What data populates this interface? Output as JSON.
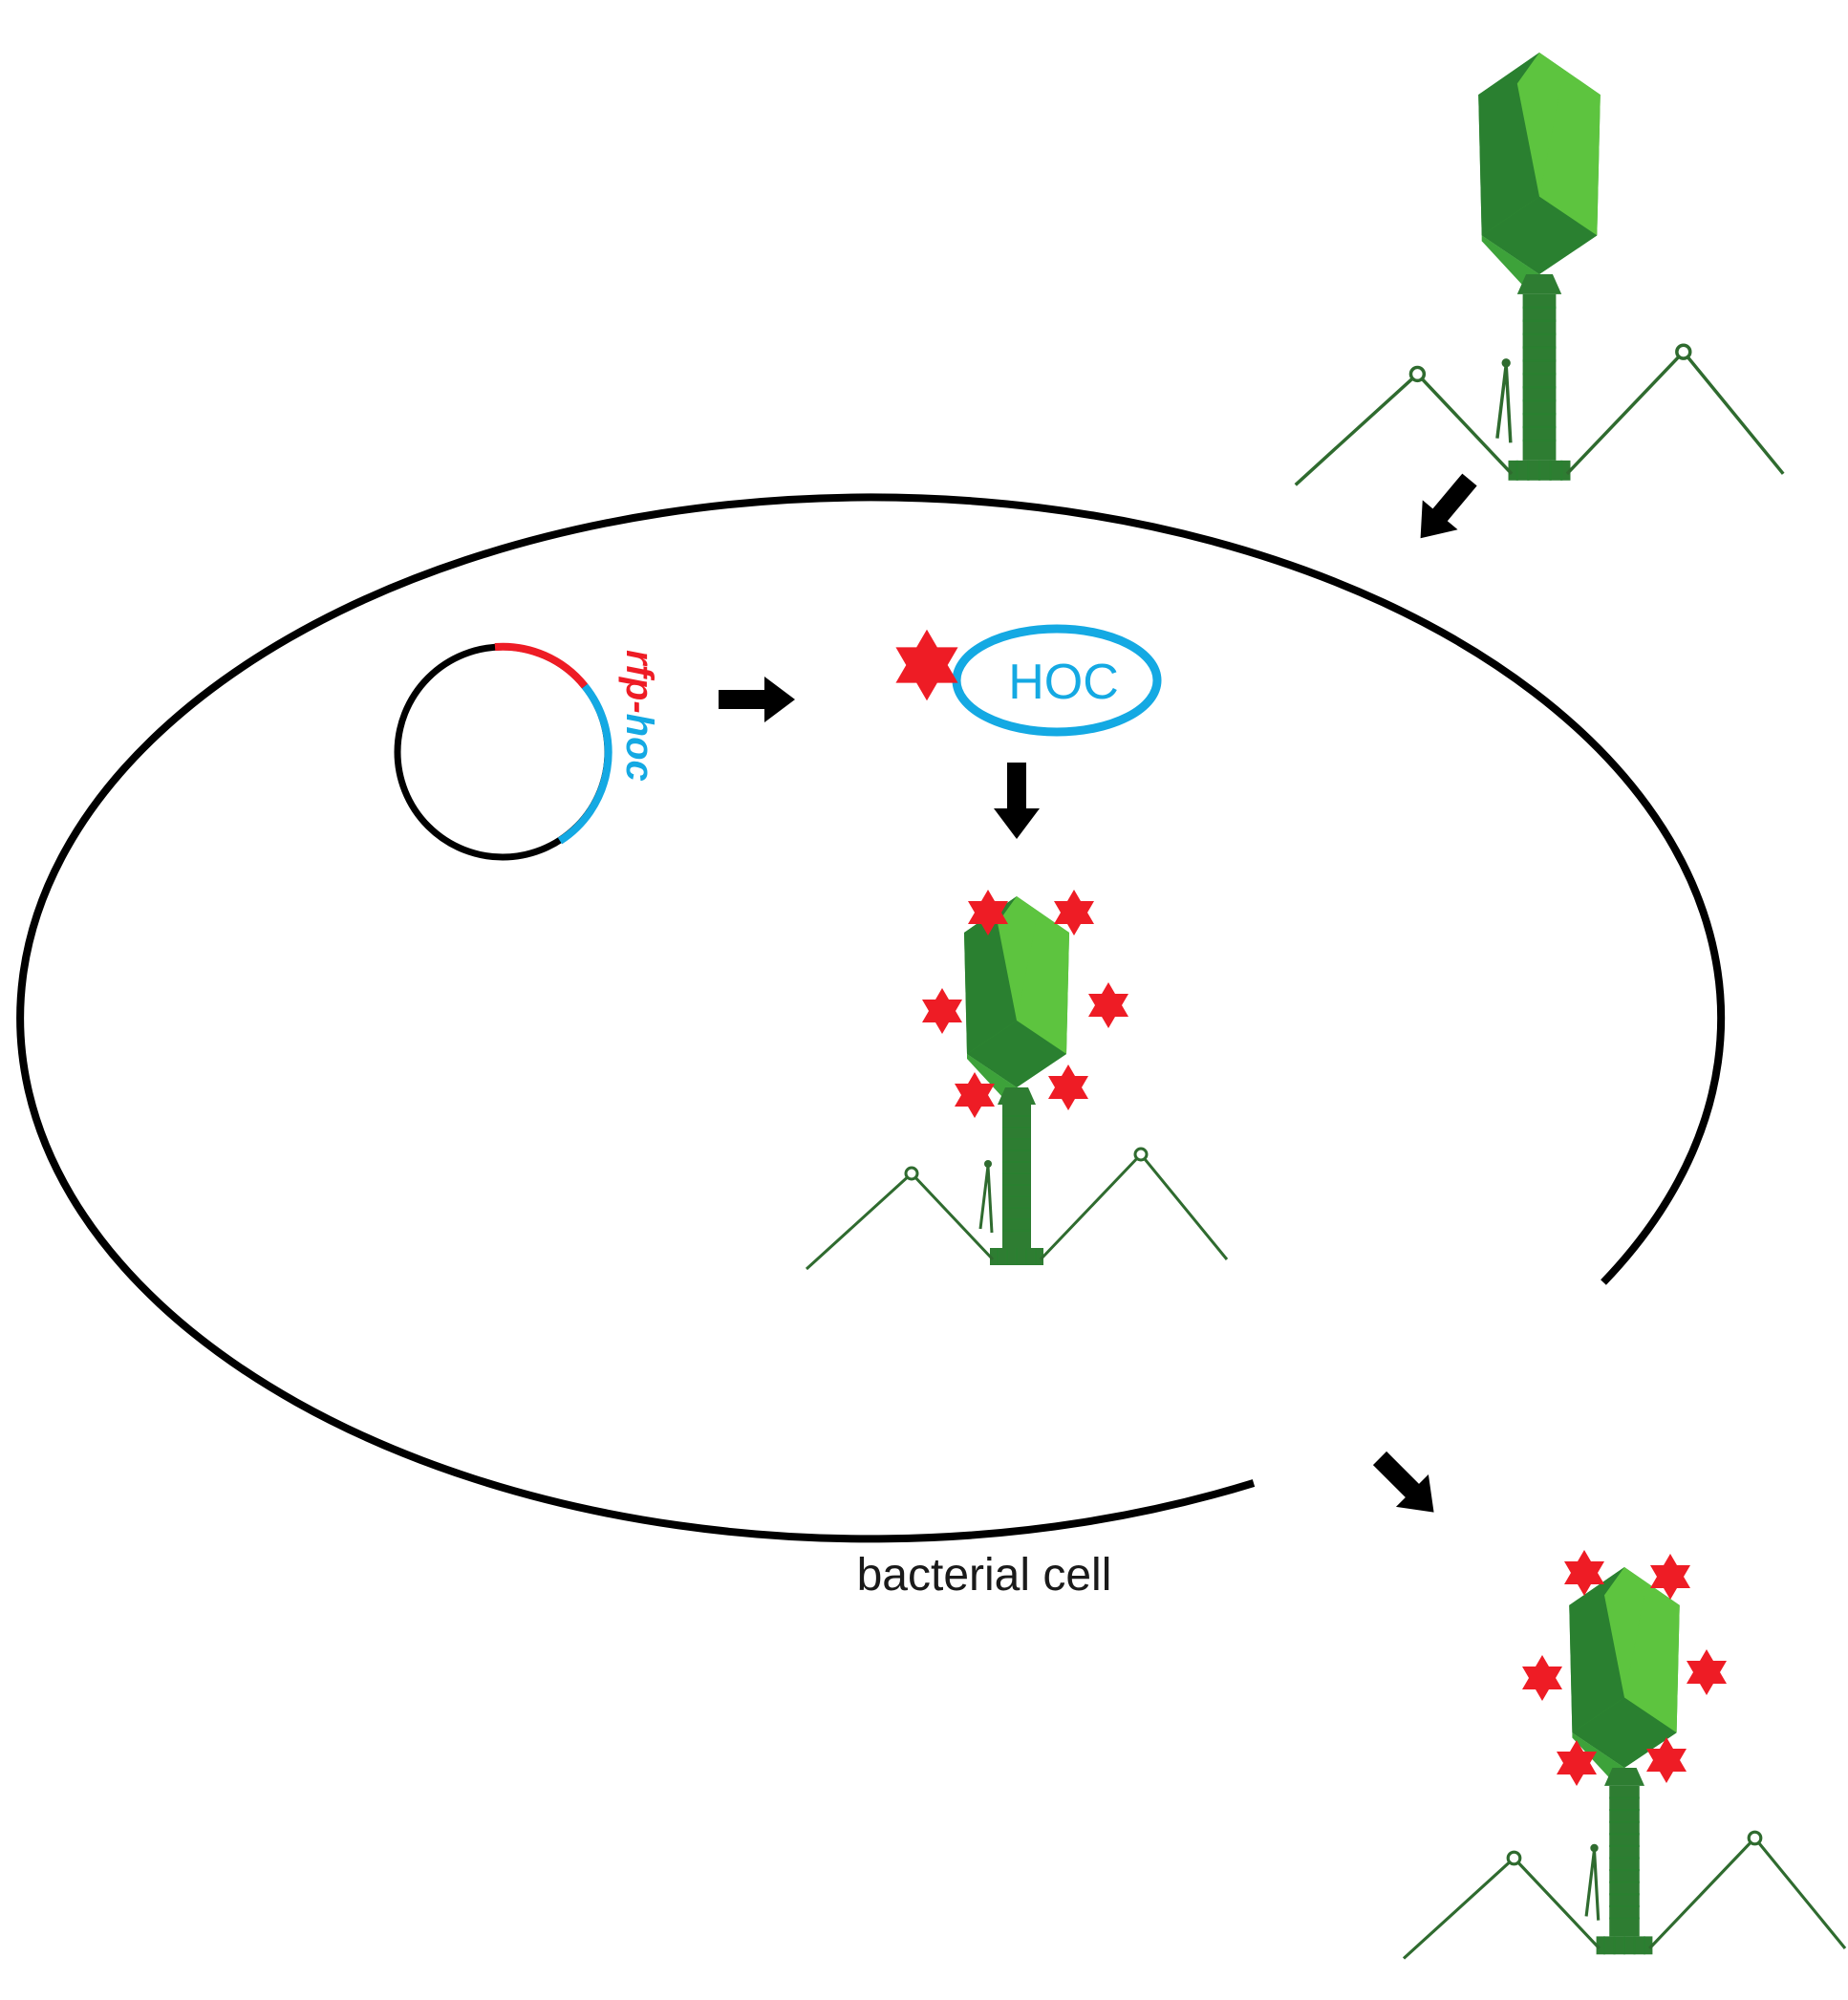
{
  "labels": {
    "cell": "bacterial cell",
    "protein": "HOC",
    "gene_rfp": "rfp",
    "gene_dash": "-",
    "gene_hoc": "hoc"
  },
  "colors": {
    "rfp": "#ee1c25",
    "hoc": "#14a9e3",
    "outline": "#000000",
    "capsid_light": "#5dc43f",
    "capsid_mid": "#3da23a",
    "capsid_dark": "#2a8030",
    "tail": "#2e7d32",
    "tail_fiber": "#2f6b2f",
    "label_text": "#1a1a1a"
  },
  "icons": {
    "phage": "bacteriophage-icon",
    "decorated_phage": "decorated-phage-icon",
    "plasmid": "plasmid-icon",
    "fusion_protein": "rfp-hoc-fusion-icon",
    "arrow": "arrow-icon",
    "rfp_marker": "red-star-icon"
  }
}
